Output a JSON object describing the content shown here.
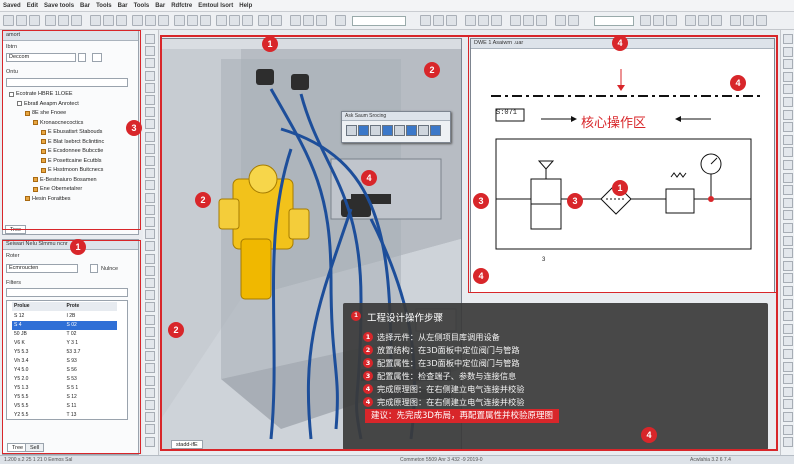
{
  "menu": [
    "Saved",
    "Edit",
    "Save tools",
    "Bar",
    "Tools",
    "Bar",
    "Tools",
    "Bar",
    "Rdfctre",
    "Emtoul Isort",
    "Help"
  ],
  "left_top_panel": {
    "title": "amort",
    "filter_label": "Ibtrn",
    "filter_value": "Deccom",
    "search_label": "Ontu",
    "tree": [
      {
        "label": "Ecotrate HBRE 1LOEE",
        "level": 0
      },
      {
        "label": "Ebratl Aeapm Anrotect",
        "level": 1
      },
      {
        "label": "8E she Fnoee",
        "level": 2
      },
      {
        "label": "Kronaocnecoctics",
        "level": 3
      },
      {
        "label": "E Ebusatisrt Stabouds",
        "level": 4
      },
      {
        "label": "E Blat Isebrct Bclinttinc",
        "level": 4
      },
      {
        "label": "E Ecsdonnee Bubcctie",
        "level": 4
      },
      {
        "label": "E Posettcaine Ecutbls",
        "level": 4
      },
      {
        "label": "E Hsstmoon Buitcnecs",
        "level": 4
      },
      {
        "label": "E-Bestnaiuro Bosamen",
        "level": 3
      },
      {
        "label": "Ene Obernetalrer",
        "level": 3
      },
      {
        "label": "Hesin Foraitbes",
        "level": 2
      }
    ],
    "tab": "Tree"
  },
  "left_bottom_panel": {
    "title": "Seiwari Nelu Slmmu ncnr",
    "filter_label": "Roter",
    "filter_value": "Ecmroucten",
    "checkbox_label": "Nulnce",
    "search_label": "Filters",
    "col1": "Prolue",
    "col2": "Prote",
    "rows": [
      [
        "S 12",
        "I 2B"
      ],
      [
        "S 4",
        "S 02"
      ],
      [
        "50 JB",
        "T 02"
      ],
      [
        "V6 K",
        "Y 3 1"
      ],
      [
        "Y5 5.3",
        "53 3.7"
      ],
      [
        "Vh 3.4",
        "S 93"
      ],
      [
        "Y4 5.0",
        "S 56"
      ],
      [
        "Y5 2.0",
        "S 53"
      ],
      [
        "Y5 1.3",
        "S 5 1"
      ],
      [
        "Y5 5.5",
        "S 12"
      ],
      [
        "V5 5.5",
        "S 11"
      ],
      [
        "Y2 5.5",
        "T 13"
      ]
    ],
    "tabs": [
      "Tree",
      "Sell"
    ]
  },
  "viewport3d": {
    "tab": "stadd-ifE",
    "popup_title": "Ask Saum Srocing"
  },
  "schematic": {
    "window_title": "DWE 1 Asaiwrn .uar",
    "ref_box": "S:071",
    "label": "核心操作区",
    "bottom_num": "3"
  },
  "overlay": {
    "title": "工程设计操作步骤",
    "steps": [
      {
        "num": "1",
        "text": "选择元件：从左侧项目库调用设备"
      },
      {
        "num": "2",
        "text": "放置结构：在3D面板中定位阀门与管路"
      },
      {
        "num": "3",
        "text": "配置属性：在3D面板中定位阀门与管路"
      },
      {
        "num": "3",
        "text": "配置属性：检查端子、参数与连接信息"
      },
      {
        "num": "4",
        "text": "完成原理图：在右侧建立电气连接并校验"
      },
      {
        "num": "4",
        "text": "完成原理图：在右侧建立电气连接并校验"
      }
    ],
    "tip": "建议：先完成3D布局，再配置属性并校验原理图"
  },
  "badges": [
    "1",
    "2",
    "3",
    "4"
  ],
  "status": {
    "left": "1.200 s.2 25 1 21 0 Eemos Sal",
    "center": "Commeton 5509 Anr 3 432 -9 2019-0",
    "right": "Acwlahia 3.2 6 7.4"
  },
  "colors": {
    "annotation_red": "#d8262a",
    "valve_yellow": "#f2c21b",
    "pipe_blue": "#1d4e9a",
    "overlay_bg": "#3a3a3a"
  }
}
